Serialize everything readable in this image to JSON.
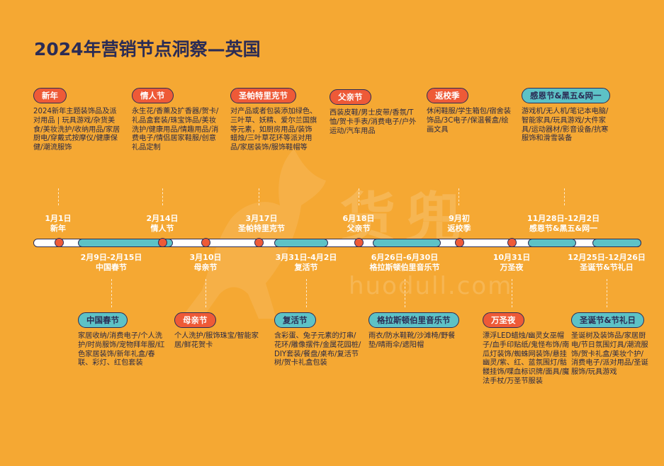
{
  "title": "2024年营销节点洞察—英国",
  "watermark": {
    "logo_text": "货兜",
    "url": "huodull.com"
  },
  "colors": {
    "background": "#f5a833",
    "accent_red": "#ee5a37",
    "accent_teal": "#5dc2c6",
    "navy": "#2b2c55"
  },
  "top_cards": [
    {
      "label": "新年",
      "desc": "2024新年主题装饰品及派对用品 | 玩具游戏/杂货美食/美妆洗护/收纳用品/家居厨电/穿戴式按摩仪/健康保健/潮流服饰"
    },
    {
      "label": "情人节",
      "desc": "永生花/香薰及扩香器/贺卡/礼品盒套装/珠宝饰品/美妆洗护/健康用品/情趣用品/消费电子/情侣居家鞋服/创意礼品定制"
    },
    {
      "label": "圣帕特里克节",
      "desc": "对产品或者包装添加绿色、三叶草、妖精、爱尔兰国旗等元素，如厨房用品/装饰蜡烛/三叶草花环等派对用品/家居装饰/服饰鞋帽等"
    },
    {
      "label": "父亲节",
      "desc": "西装皮鞋/男士皮带/香氛/T恤/贺卡手表/消费电子/户外运动/汽车用品"
    },
    {
      "label": "返校季",
      "desc": "休闲鞋服/学生箱包/宿舍装饰品/3C电子/保温餐盒/绘画文具"
    },
    {
      "label": "感恩节&黑五&网一",
      "desc": "游戏机/无人机/笔记本电脑/智能家具/玩具游戏/大件家具/运动器材/影音设备/抗寒服饰和滑雪装备"
    }
  ],
  "top_dates": [
    {
      "date": "1月1日",
      "name": "新年"
    },
    {
      "date": "2月14日",
      "name": "情人节"
    },
    {
      "date": "3月17日",
      "name": "圣帕特里克节"
    },
    {
      "date": "6月18日",
      "name": "父亲节"
    },
    {
      "date": "9月初",
      "name": "返校季"
    },
    {
      "date": "11月28日-12月2日",
      "name": "感恩节&黑五&网一"
    }
  ],
  "bottom_dates": [
    {
      "date": "2月9日-2月15日",
      "name": "中国春节"
    },
    {
      "date": "3月10日",
      "name": "母亲节"
    },
    {
      "date": "3月31日-4月2日",
      "name": "复活节"
    },
    {
      "date": "6月26日-6月30日",
      "name": "格拉斯顿伯里音乐节"
    },
    {
      "date": "10月31日",
      "name": "万圣夜"
    },
    {
      "date": "12月25日-12月26日",
      "name": "圣诞节&节礼日"
    }
  ],
  "bottom_cards": [
    {
      "label": "中国春节",
      "desc": "家居收纳/消费电子/个人洗护/时尚服饰/宠物拜年服/红色家居装饰/新年礼盒/春联、彩灯、红包套装"
    },
    {
      "label": "母亲节",
      "desc": "个人洗护/服饰珠宝/智能家居/鲜花贺卡"
    },
    {
      "label": "复活节",
      "desc": "含彩蛋、兔子元素的灯串/花环/雕像摆件/金属花园桩/DIY套装/餐盘/桌布/复活节树/贺卡礼盒包装"
    },
    {
      "label": "格拉斯顿伯里音乐节",
      "desc": "雨衣/防水鞋靴/沙滩椅/野餐垫/晴雨伞/遮阳帽"
    },
    {
      "label": "万圣夜",
      "desc": "漂浮LED蜡烛/幽灵女巫帽子/血手印贴纸/鬼怪布饰/南瓜灯装饰/蜘蛛网装饰/悬挂幽灵/紫、红、蓝氛围灯/骷髅挂饰/喋血标识牌/面具/魔法手杖/万圣节服装"
    },
    {
      "label": "圣诞节&节礼日",
      "desc": "圣诞树及装饰品/家居厨电/节日氛围灯具/潮流服饰/贺卡礼盒/美妆个护/消费电子/派对用品/圣诞服饰/玩具游戏"
    }
  ]
}
